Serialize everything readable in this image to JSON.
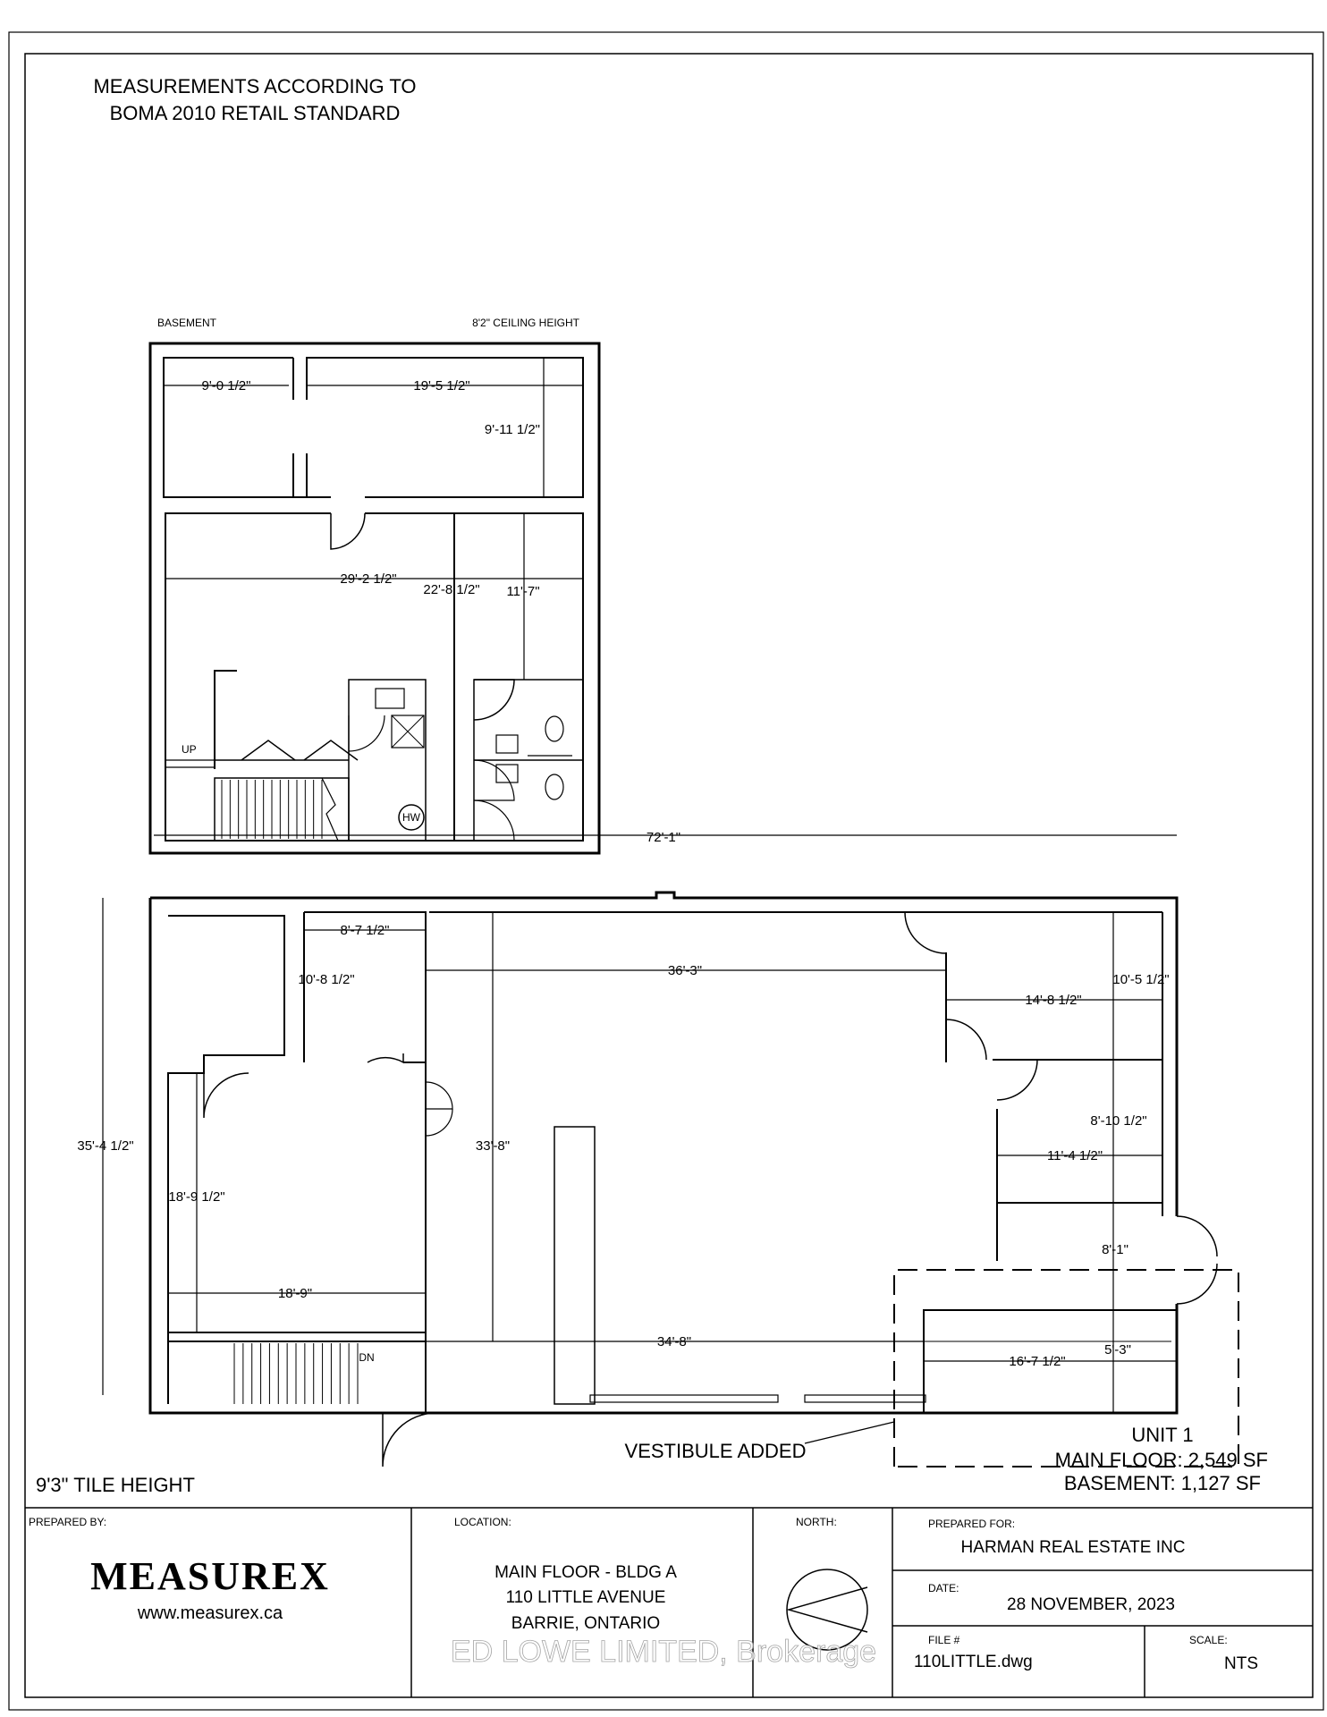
{
  "header": {
    "line1": "MEASUREMENTS ACCORDING TO",
    "line2": "BOMA 2010 RETAIL STANDARD"
  },
  "basement": {
    "title": "BASEMENT",
    "ceiling": "8'2\" CEILING HEIGHT",
    "dims": {
      "d1": "9'-0 1/2\"",
      "d2": "19'-5 1/2\"",
      "d3": "9'-11 1/2\"",
      "d4": "29'-2 1/2\"",
      "d5": "22'-8 1/2\"",
      "d6": "11'-7\""
    },
    "up": "UP",
    "hw": "HW"
  },
  "main_floor": {
    "overall_width": "72'-1\"",
    "overall_depth": "35'-4 1/2\"",
    "dims": {
      "d1": "8'-7 1/2\"",
      "d2": "10'-8 1/2\"",
      "d3": "36'-3\"",
      "d4": "10'-5 1/2\"",
      "d5": "14'-8 1/2\"",
      "d6": "33'-8\"",
      "d7": "8'-10 1/2\"",
      "d8": "11'-4 1/2\"",
      "d9": "18'-9 1/2\"",
      "d10": "18'-9\"",
      "d11": "8'-1\"",
      "d12": "34'-8\"",
      "d13": "5'-3\"",
      "d14": "16'-7 1/2\""
    },
    "dn": "DN",
    "vestibule": "VESTIBULE ADDED"
  },
  "summary": {
    "tile_height": "9'3\" TILE HEIGHT",
    "unit": "UNIT 1",
    "main_floor": "MAIN FLOOR:  2,549 SF",
    "basement": "BASEMENT:  1,127 SF"
  },
  "title_block": {
    "prepared_by_label": "PREPARED BY:",
    "logo": "MEASUREX",
    "website": "www.measurex.ca",
    "location_label": "LOCATION:",
    "location_line1": "MAIN FLOOR - BLDG A",
    "location_line2": "110 LITTLE AVENUE",
    "location_line3": "BARRIE, ONTARIO",
    "north_label": "NORTH:",
    "prepared_for_label": "PREPARED FOR:",
    "prepared_for": "HARMAN REAL ESTATE INC",
    "date_label": "DATE:",
    "date": "28 NOVEMBER, 2023",
    "file_label": "FILE #",
    "file": "110LITTLE.dwg",
    "scale_label": "SCALE:",
    "scale": "NTS"
  },
  "watermark": "ED LOWE LIMITED, Brokerage"
}
